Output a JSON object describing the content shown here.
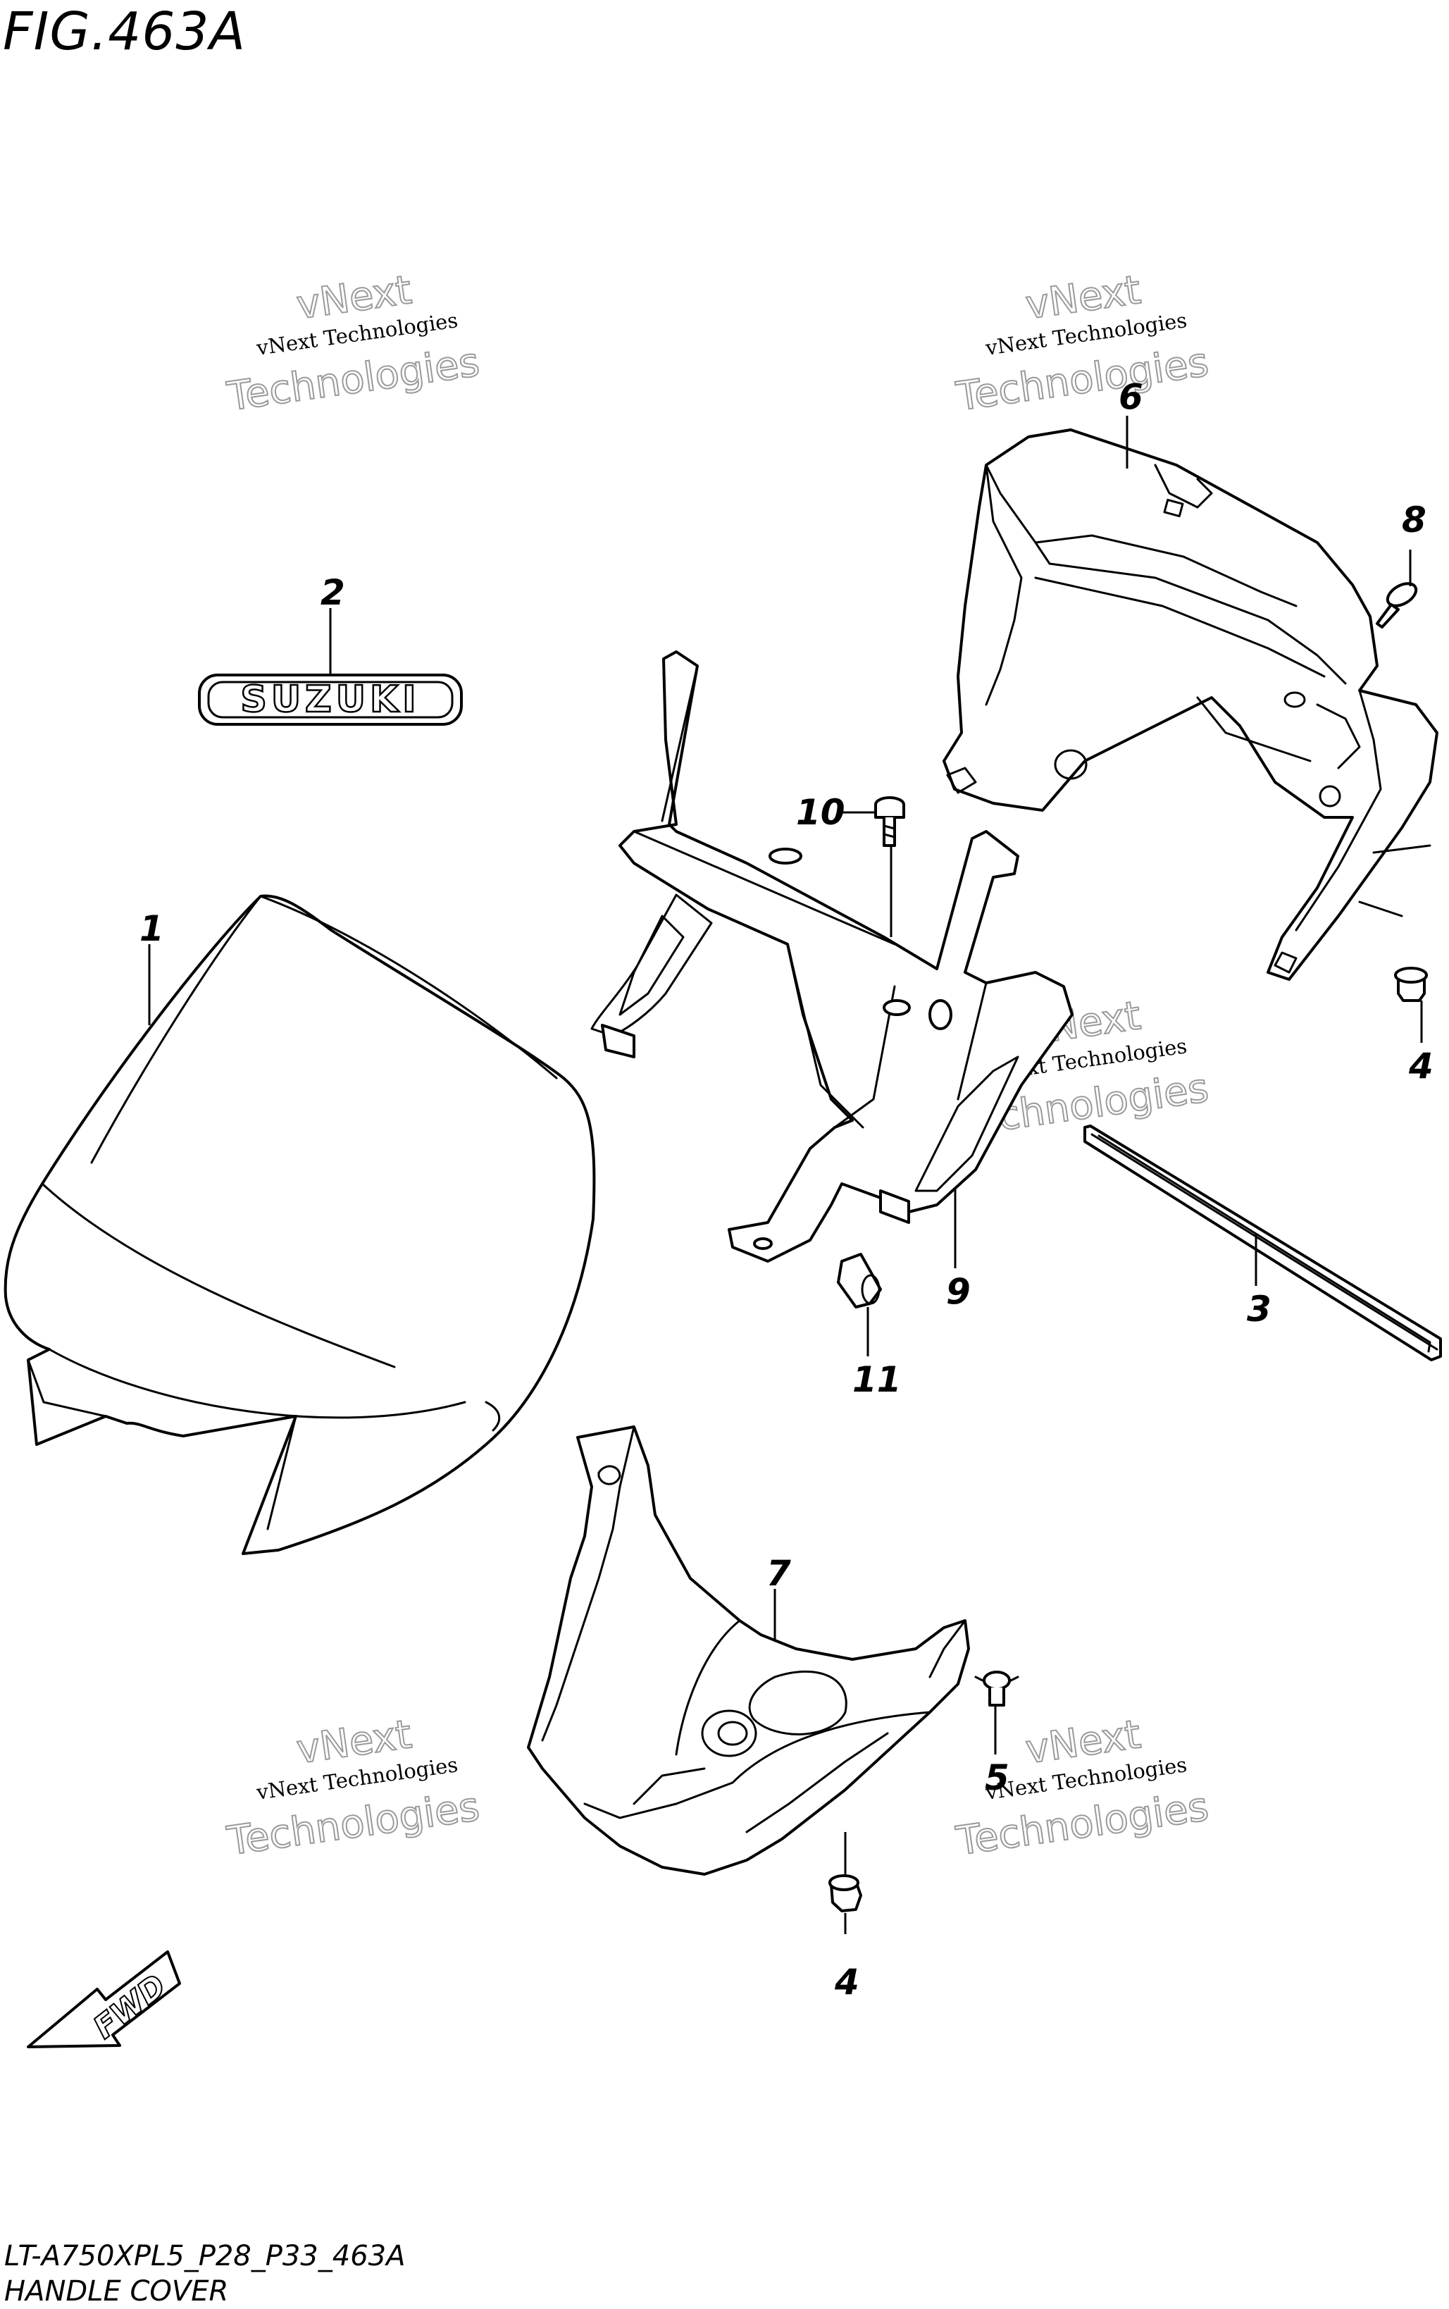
{
  "figure": {
    "title": "FIG.463A",
    "code": "LT-A750XPL5_P28_P33_463A",
    "name": "HANDLE COVER"
  },
  "emblem_text": "SUZUKI",
  "direction_label": "FWD",
  "watermark": {
    "line1": "vNext",
    "line2": "vNext Technologies",
    "line3": "Technologies"
  },
  "callouts": [
    {
      "id": "1",
      "label": "1"
    },
    {
      "id": "2",
      "label": "2"
    },
    {
      "id": "3",
      "label": "3"
    },
    {
      "id": "4a",
      "label": "4"
    },
    {
      "id": "4b",
      "label": "4"
    },
    {
      "id": "5",
      "label": "5"
    },
    {
      "id": "6",
      "label": "6"
    },
    {
      "id": "7",
      "label": "7"
    },
    {
      "id": "8",
      "label": "8"
    },
    {
      "id": "9",
      "label": "9"
    },
    {
      "id": "10",
      "label": "10"
    },
    {
      "id": "11",
      "label": "11"
    }
  ]
}
